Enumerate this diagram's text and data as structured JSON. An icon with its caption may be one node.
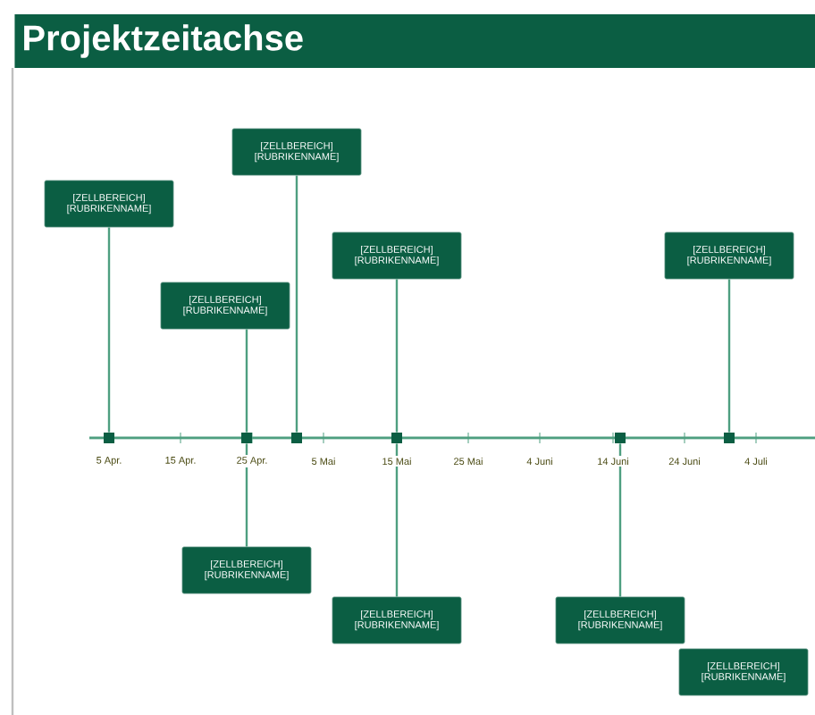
{
  "diagram": {
    "title": "Projektzeitachse",
    "nodes": [
      {
        "text": [
          "[ZELLBEREICH]",
          "[RUBRIKENNAME]"
        ]
      },
      {
        "text": [
          "[ZELLBEREICH]",
          "[RUBRIKENNAME]"
        ]
      },
      {
        "text": [
          "[ZELLBEREICH]",
          "[RUBRIKENNAME]"
        ]
      },
      {
        "text": [
          "[ZELLBEREICH]",
          "[RUBRIKENNAME]"
        ]
      },
      {
        "text": [
          "[ZELLBEREICH]",
          "[RUBRIKENNAME]"
        ]
      },
      {
        "text": [
          "[ZELLBEREICH]",
          "[RUBRIKENNAME]"
        ]
      },
      {
        "text": [
          "[ZELLBEREICH]",
          "[RUBRIKENNAME]"
        ]
      },
      {
        "text": [
          "[ZELLBEREICH]",
          "[RUBRIKENNAME]"
        ]
      },
      {
        "text": [
          "[ZELLBEREICH]",
          "[RUBRIKENNAME]"
        ]
      },
      {
        "text": [],
        "shape": "box"
      },
      {
        "text": [],
        "shape": "box"
      },
      {
        "text": [],
        "shape": "box"
      },
      {
        "text": [],
        "shape": "box"
      },
      {
        "text": [],
        "shape": "box"
      },
      {
        "text": [],
        "shape": "box"
      }
    ],
    "edges": [
      {
        "from": 0,
        "to": 9,
        "arrow": "none"
      },
      {
        "from": 1,
        "to": 11,
        "arrow": "none"
      },
      {
        "from": 2,
        "to": 10,
        "arrow": "none"
      },
      {
        "from": 3,
        "to": 12,
        "arrow": "none"
      },
      {
        "from": 4,
        "to": 14,
        "arrow": "none"
      },
      {
        "from": 5,
        "to": 10,
        "arrow": "none"
      },
      {
        "from": 6,
        "to": 12,
        "arrow": "none"
      },
      {
        "from": 7,
        "to": 13,
        "arrow": "none"
      }
    ],
    "labels": [
      "5 Apr.",
      "15 Apr.",
      "25 Apr.",
      "5 Mai",
      "15 Mai",
      "25 Mai",
      "4 Juni",
      "14 Juni",
      "24 Juni",
      "4 Juli"
    ]
  }
}
